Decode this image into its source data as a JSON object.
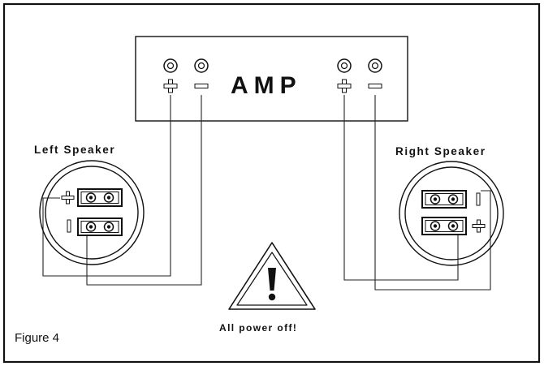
{
  "amp": {
    "title": "AMP",
    "terminals": [
      {
        "polarity": "+",
        "channel": "left"
      },
      {
        "polarity": "-",
        "channel": "left"
      },
      {
        "polarity": "+",
        "channel": "right"
      },
      {
        "polarity": "-",
        "channel": "right"
      }
    ]
  },
  "speakers": {
    "left": {
      "label": "Left Speaker",
      "terminals": [
        "+",
        "-"
      ]
    },
    "right": {
      "label": "Right Speaker",
      "terminals": [
        "-",
        "+"
      ]
    }
  },
  "warning": {
    "icon": "warning-triangle-icon",
    "text": "All power off!"
  },
  "caption": "Figure 4"
}
